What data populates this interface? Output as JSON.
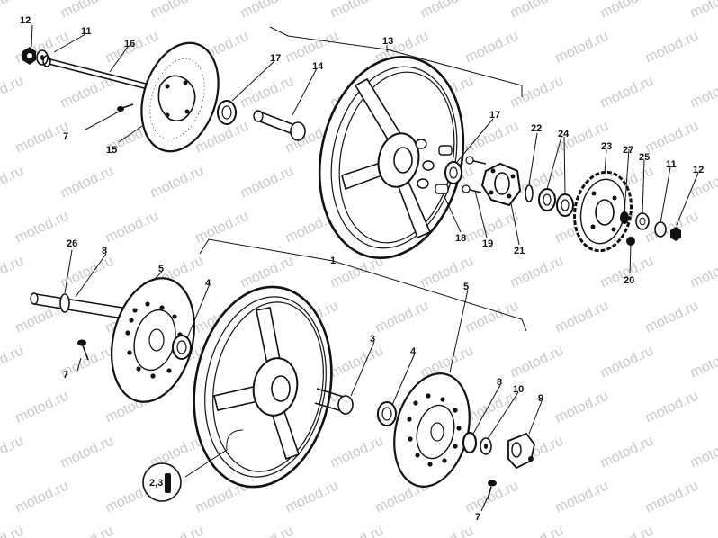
{
  "watermark": "motod.ru",
  "rear_wheel": {
    "group_label": "13",
    "part_labels": [
      "12",
      "11",
      "16",
      "7",
      "15",
      "17",
      "14",
      "17",
      "22",
      "24",
      "23",
      "27",
      "25",
      "11",
      "12",
      "18",
      "19",
      "21",
      "20"
    ]
  },
  "front_wheel": {
    "group_label": "1",
    "part_labels": [
      "26",
      "8",
      "5",
      "4",
      "7",
      "3",
      "4",
      "5",
      "8",
      "10",
      "9",
      "7"
    ]
  },
  "valve_callout_label": "2,3"
}
